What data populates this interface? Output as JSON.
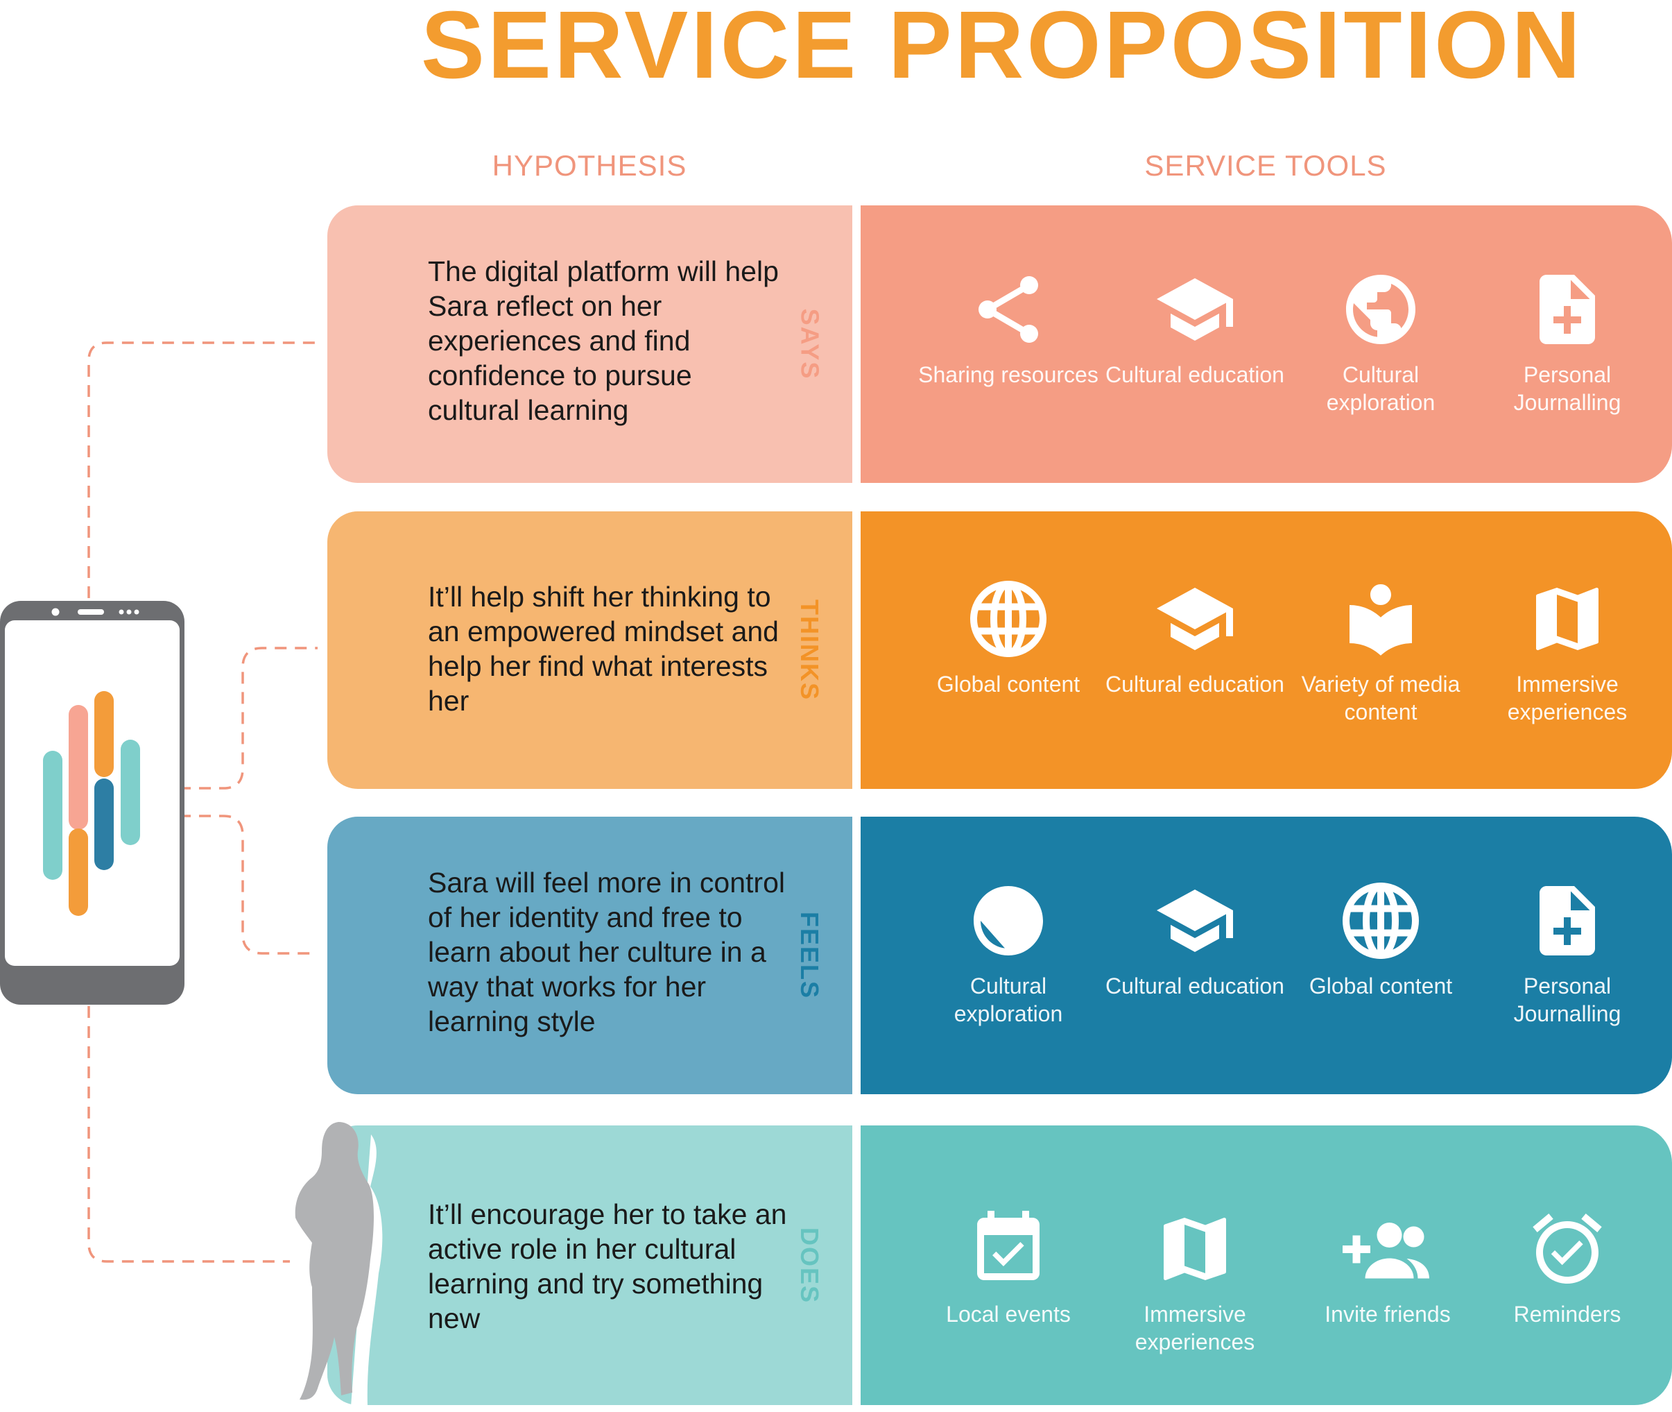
{
  "title": "SERVICE PROPOSITION",
  "column_headers": {
    "hypothesis": "HYPOTHESIS",
    "service_tools": "SERVICE TOOLS"
  },
  "colors": {
    "title": "#F39C2F",
    "header": "#F0957C",
    "connector": "#F0957C"
  },
  "rows": [
    {
      "label": "SAYS",
      "hypothesis": "The digital platform will help Sara reflect on her experiences and find confidence to pursue cultural learning",
      "hyp_color": "#F8C0B0",
      "tools_color": "#F59D84",
      "label_color": "#F59D84",
      "tools": [
        {
          "icon": "share-icon",
          "label": "Sharing resources"
        },
        {
          "icon": "graduation-cap-icon",
          "label": "Cultural education"
        },
        {
          "icon": "earth-icon",
          "label": "Cultural exploration"
        },
        {
          "icon": "note-add-icon",
          "label": "Personal Journalling"
        }
      ]
    },
    {
      "label": "THINKS",
      "hypothesis": "It’ll help shift her thinking to an empowered mindset and help her find what interests her",
      "hyp_color": "#F6B671",
      "tools_color": "#F39327",
      "label_color": "#F39327",
      "tools": [
        {
          "icon": "globe-grid-icon",
          "label": "Global content"
        },
        {
          "icon": "graduation-cap-icon",
          "label": "Cultural education"
        },
        {
          "icon": "reader-book-icon",
          "label": "Variety of media content"
        },
        {
          "icon": "map-icon",
          "label": "Immersive experiences"
        }
      ]
    },
    {
      "label": "FEELS",
      "hypothesis": "Sara will feel more in control of her identity and free to learn about her culture in a way that works for her learning style",
      "hyp_color": "#67A9C4",
      "tools_color": "#1B7EA5",
      "label_color": "#1B7EA5",
      "tools": [
        {
          "icon": "earth-icon",
          "label": "Cultural exploration"
        },
        {
          "icon": "graduation-cap-icon",
          "label": "Cultural education"
        },
        {
          "icon": "globe-grid-icon",
          "label": "Global content"
        },
        {
          "icon": "note-add-icon",
          "label": "Personal Journalling"
        }
      ]
    },
    {
      "label": "DOES",
      "hypothesis": "It’ll encourage her to take an active role in her cultural learning and try something new",
      "hyp_color": "#9DD9D6",
      "tools_color": "#66C4C0",
      "label_color": "#66C4C0",
      "tools": [
        {
          "icon": "calendar-check-icon",
          "label": "Local events"
        },
        {
          "icon": "map-icon",
          "label": "Immersive experiences"
        },
        {
          "icon": "invite-friends-icon",
          "label": "Invite friends"
        },
        {
          "icon": "alarm-icon",
          "label": "Reminders"
        }
      ]
    }
  ],
  "phone_logo_colors": [
    "#7FCFCB",
    "#F7A593",
    "#F39C3A",
    "#2D7EA4"
  ]
}
